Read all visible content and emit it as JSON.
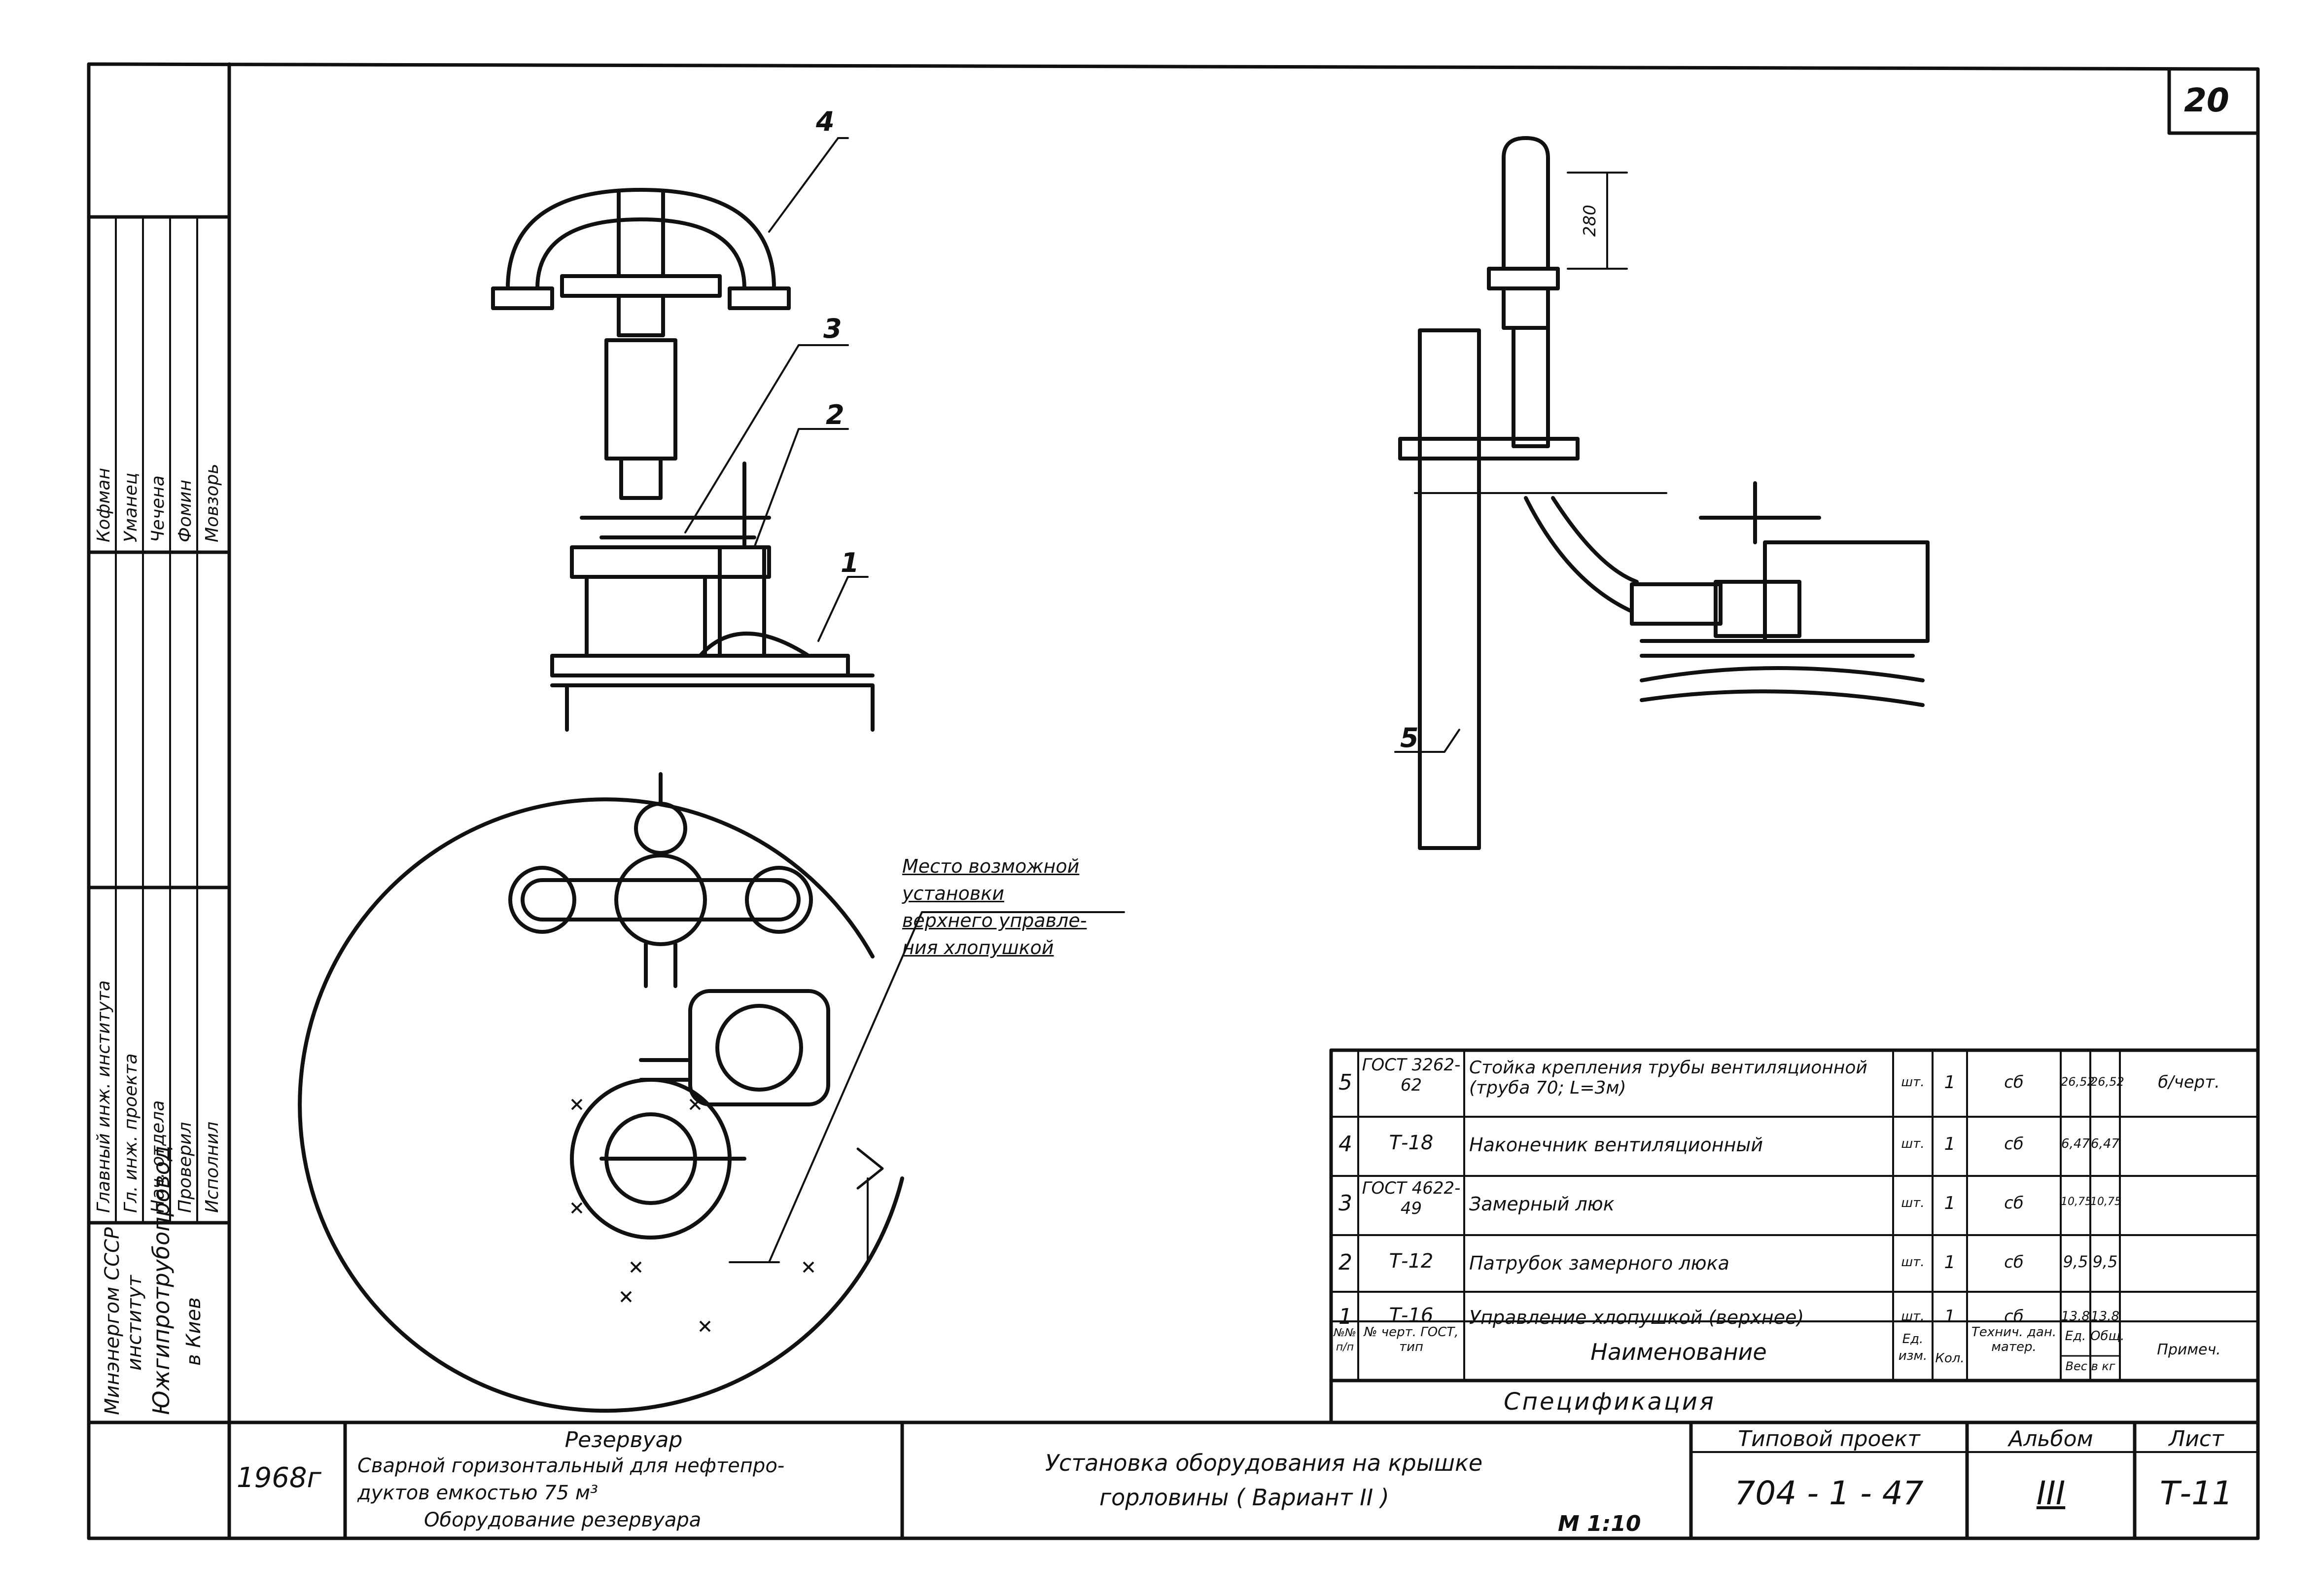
{
  "sheet_number": "20",
  "left_column": {
    "organization": [
      "Минэнергом СССР",
      "институт",
      "Южгипротрубопровод",
      "в Киев"
    ],
    "roles": [
      "Главный инж. института",
      "Гл. инж. проекта",
      "Нач. отдела",
      "Проверил",
      "Исполнил"
    ],
    "names": [
      "Кофман",
      "Уманец",
      "Чечена",
      "Фомин",
      "Мовзорь"
    ]
  },
  "callouts": {
    "c1": "1",
    "c2": "2",
    "c3": "3",
    "c4": "4",
    "c5": "5"
  },
  "dimension_280": "280",
  "note": [
    "Место возможной",
    "установки",
    "верхнего управле-",
    "ния хлопушкой"
  ],
  "spec": {
    "title": "Спецификация",
    "header": {
      "no": "№№ п/п",
      "ref": "№ черт. ГОСТ, тип",
      "name": "Наименование",
      "unit": "Ед. изм.",
      "qty": "Кол.",
      "tech": "Технич. дан. матер.",
      "w1": "Ед.",
      "w2": "Общ.",
      "weight": "Вес в кг",
      "note": "Примеч."
    },
    "rows": [
      {
        "no": "5",
        "ref": "ГОСТ 3262-62",
        "name": "Стойка крепления трубы вентиляционной (труба 70; L=3м)",
        "unit": "шт.",
        "qty": "1",
        "tech": "сб",
        "w1": "26,52",
        "w2": "26,52",
        "note": "б/черт."
      },
      {
        "no": "4",
        "ref": "Т-18",
        "name": "Наконечник вентиляционный",
        "unit": "шт.",
        "qty": "1",
        "tech": "сб",
        "w1": "6,47",
        "w2": "6,47",
        "note": ""
      },
      {
        "no": "3",
        "ref": "ГОСТ 4622-49",
        "name": "Замерный люк",
        "unit": "шт.",
        "qty": "1",
        "tech": "сб",
        "w1": "10,75",
        "w2": "10,75",
        "note": ""
      },
      {
        "no": "2",
        "ref": "Т-12",
        "name": "Патрубок замерного люка",
        "unit": "шт.",
        "qty": "1",
        "tech": "сб",
        "w1": "9,5",
        "w2": "9,5",
        "note": ""
      },
      {
        "no": "1",
        "ref": "Т-16",
        "name": "Управление хлопушкой (верхнее)",
        "unit": "шт.",
        "qty": "1",
        "tech": "сб",
        "w1": "13,8",
        "w2": "13,8",
        "note": ""
      }
    ]
  },
  "title_block": {
    "year": "1968г",
    "object_title": "Резервуар",
    "object_desc": [
      "Сварной горизонтальный для нефтепро-",
      "дуктов емкостью 75 м³"
    ],
    "object_sub": "Оборудование резервуара",
    "drawing_title": [
      "Установка оборудования на крышке",
      "горловины ( Вариант II )"
    ],
    "scale": "М 1:10",
    "project_label": "Типовой проект",
    "project_number": "704 - 1 - 47",
    "album_label": "Альбом",
    "album_number": "III",
    "sheet_label": "Лист",
    "sheet_code": "Т-11"
  }
}
